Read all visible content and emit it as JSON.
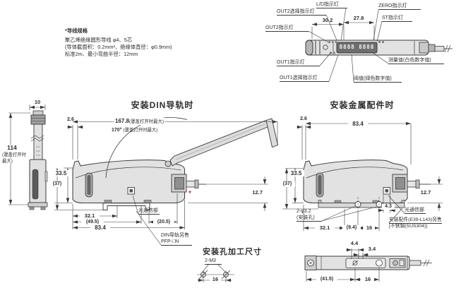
{
  "wire_spec": {
    "title": "*导线规格",
    "line1": "聚乙烯绝缘圆形导线 φ4、5芯",
    "line2": "(导体截面积：0.2mm²、绝缘体直径：φ0.9mm)",
    "line3": "标准2m、最小弯曲半径：12mm"
  },
  "top_view": {
    "display_value": "8888 8888",
    "labels": {
      "out2_select": "OUT2选择指示灯",
      "ld": "L/D指示灯",
      "zero": "ZERO指示灯",
      "st": "ST指示灯",
      "out2": "OUT2指示灯",
      "out1": "OUT1指示灯",
      "out1_select": "OUT1选择指示灯",
      "measured": "测量值(白色数字值)",
      "threshold": "阈值(绿色数字值)"
    },
    "dims": {
      "w1": "30.2",
      "w2": "27.8"
    }
  },
  "front_view": {
    "dims": {
      "width": "10",
      "height": "114",
      "height_note1": "(罩盖打开时",
      "height_note2": "最大)"
    }
  },
  "din_mount": {
    "title": "安装DIN导轨时",
    "dims": {
      "tab": "2.6",
      "open_len": "167.8",
      "open_len_note": "(罩盖打开时最大)",
      "open_angle": "170°",
      "open_angle_note": "(罩盖打开时最大)",
      "body_h": "33.5",
      "total_h": "(37)",
      "cable_off": "12.7",
      "d1": "32.1",
      "d2": "(49.5)",
      "d3": "83.4",
      "d4": "(20.5)"
    },
    "labels": {
      "optical": "光通信部",
      "rail1": "DIN导轨另售",
      "rail2": "PFP-□N"
    }
  },
  "bracket_mount": {
    "title": "安装金属配件时",
    "dims": {
      "tab": "2.6",
      "body_len": "83.4",
      "body_h": "33.5",
      "total_h": "(37)",
      "cable_off": "12.7",
      "hole": "2-φ3.2",
      "hole_note": "(安装孔)",
      "port": "4.3",
      "d1": "32.1",
      "d2": "(9.4)",
      "d3": "16"
    },
    "labels": {
      "optical": "光通信部",
      "bracket1": "安装配件(E39-L143)另售",
      "bracket2": "[不锈钢(SUS304)]"
    }
  },
  "hole_layout": {
    "title": "安装孔加工尺寸",
    "thread": "2-M3",
    "pitch": "16"
  },
  "bottom_view": {
    "dims": {
      "d1": "4.4",
      "d2": "3.4",
      "d3": "(41.5)",
      "d4": "16"
    }
  },
  "footnote_marker": "*",
  "colors": {
    "line": "#3a3a3a",
    "body_fill": "#e2e2e2",
    "accent_red": "#c0392b"
  }
}
